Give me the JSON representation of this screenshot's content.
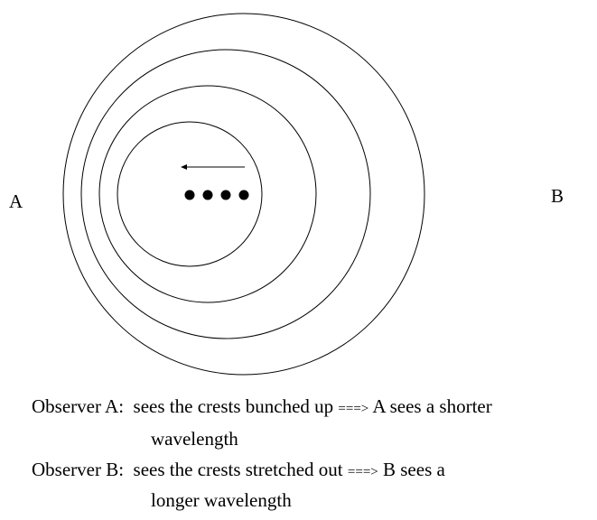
{
  "labels": {
    "observer_a": "A",
    "observer_b": "B"
  },
  "caption": {
    "line1": {
      "prefix": "Observer A:  sees the crests bunched up ",
      "arrow": "===>",
      "suffix": " A sees a shorter"
    },
    "line2": "wavelength",
    "line3": {
      "prefix": "Observer B:  sees the crests stretched out ",
      "arrow": "===>",
      "suffix": " B sees a"
    },
    "line4": "longer wavelength"
  },
  "diagram": {
    "wave_crest_count": 4,
    "source_position_count": 4,
    "motion_direction": "left"
  }
}
